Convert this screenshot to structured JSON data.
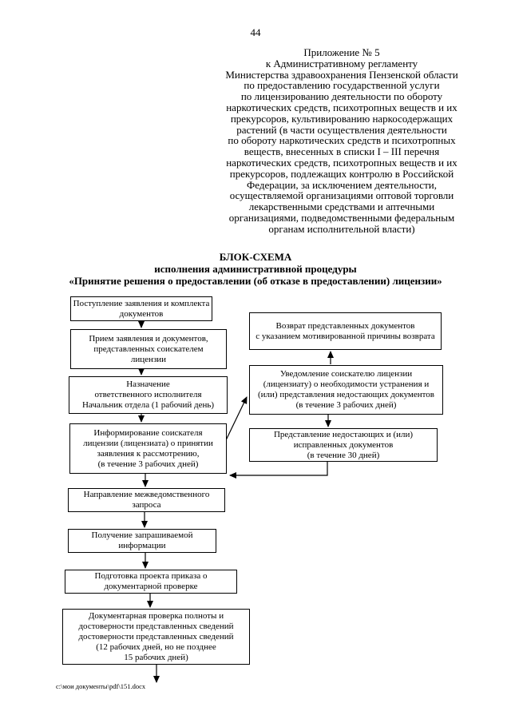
{
  "page": {
    "number": "44",
    "footer": "с:\\мои документы\\pdf\\151.docx"
  },
  "colors": {
    "ink": "#000000",
    "background": "#ffffff"
  },
  "header": {
    "text": "Приложение № 5\nк Административному регламенту\nМинистерства здравоохранения Пензенской области\nпо предоставлению государственной услуги\nпо лицензированию деятельности по обороту\nнаркотических средств, психотропных веществ и их\nпрекурсоров, культивированию наркосодержащих\nрастений (в части осуществления деятельности\nпо обороту наркотических средств и психотропных\nвеществ, внесенных в списки I – III перечня\nнаркотических средств, психотропных веществ и их\nпрекурсоров, подлежащих контролю в Российской\nФедерации, за исключением деятельности,\nосуществляемой организациями оптовой торговли\nлекарственными средствами и аптечными\nорганизациями, подведомственными федеральным\nорганам исполнительной власти)"
  },
  "title": {
    "text": "БЛОК-СХЕМА\nисполнения административной процедуры\n«Принятие решения о предоставлении (об отказе в предоставлении) лицензии»"
  },
  "flowchart": {
    "boxes": {
      "receipt": "Поступление заявления и комплекта\nдокументов",
      "acceptance": "Прием заявления и документов,\nпредставленных соискателем\nлицензии",
      "assignment": "Назначение\nответственного исполнителя\nНачальник отдела (1 рабочий день)",
      "informing": "Информирование соискателя\nлицензии (лицензиата) о принятии\nзаявления к рассмотрению,\n(в течение 3 рабочих дней)",
      "interagency": "Направление межведомственного\nзапроса",
      "info_received": "Получение запрашиваемой\nинформации",
      "draft_order": "Подготовка проекта приказа о\nдокументарной проверке",
      "doc_check": "Документарная проверка полноты и\nдостоверности представленных сведений\nдостоверности представленных сведений\n(12 рабочих дней, но не позднее\n15 рабочих дней)",
      "return_docs": "Возврат представленных документов\nс указанием мотивированной причины возврата",
      "notify_missing": "Уведомление соискателю лицензии\n(лицензиату) о необходимости устранения и\n(или) представления недостающих документов\n(в течение 3 рабочих дней)",
      "submit_missing": "Представление недостающих и (или)\nисправленных документов\n(в течение 30 дней)"
    }
  }
}
